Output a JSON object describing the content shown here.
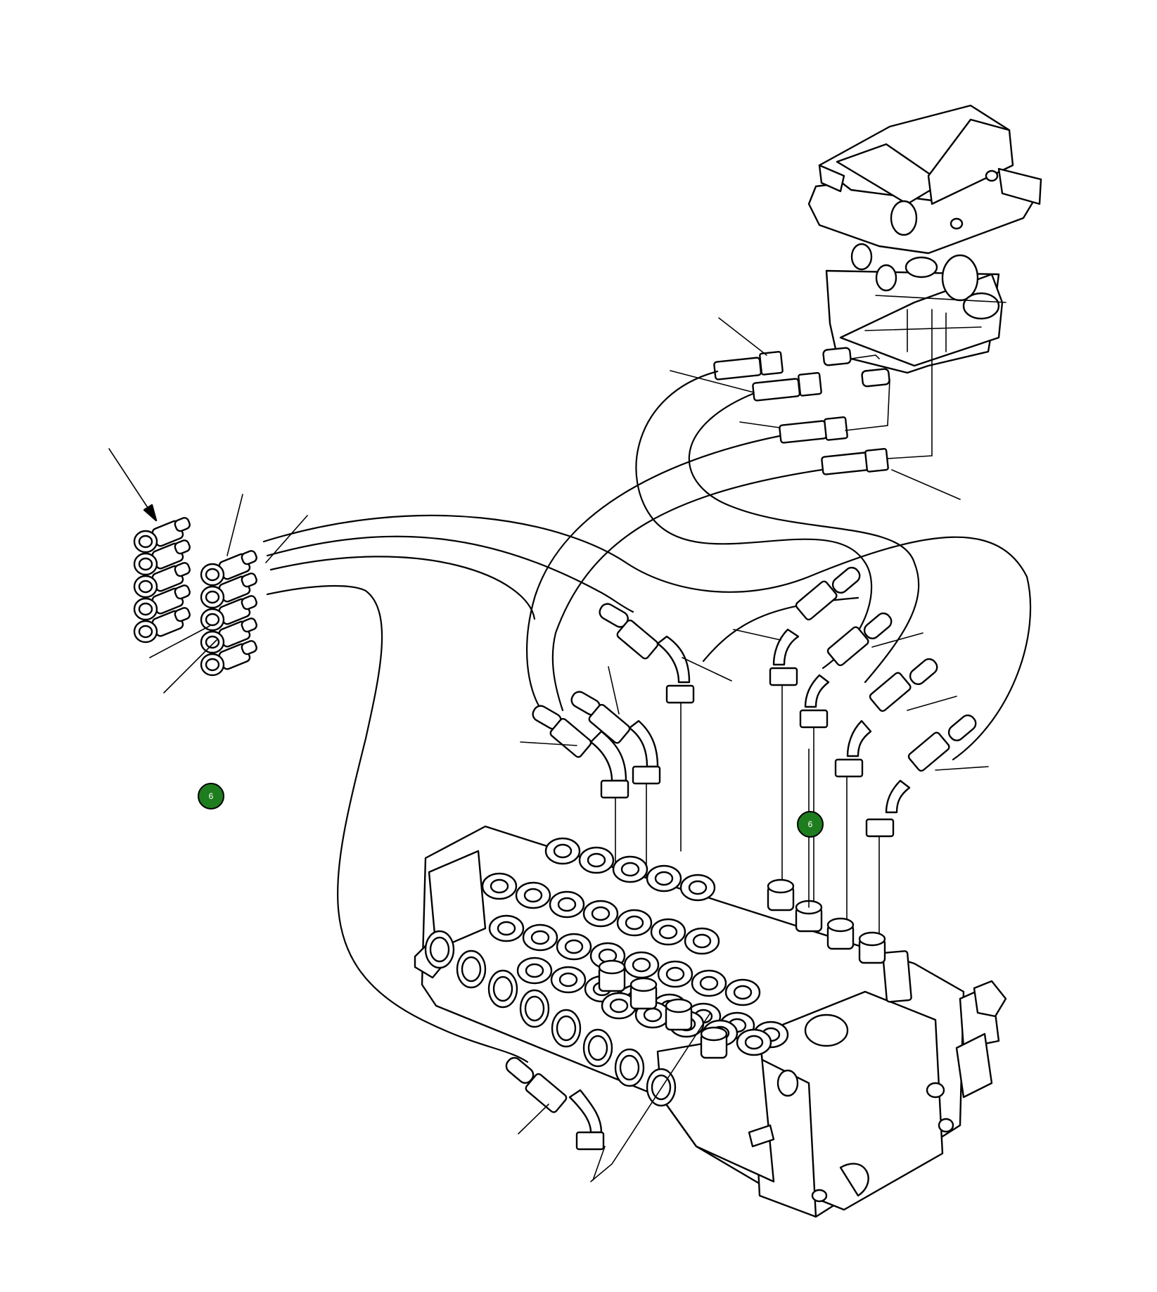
{
  "diagram": {
    "callouts": [
      {
        "id": "callout-left",
        "label": "6"
      },
      {
        "id": "callout-right",
        "label": "6"
      }
    ],
    "colors": {
      "callout_fill": "#1e7d1e",
      "line": "#000000",
      "background": "#ffffff"
    }
  }
}
